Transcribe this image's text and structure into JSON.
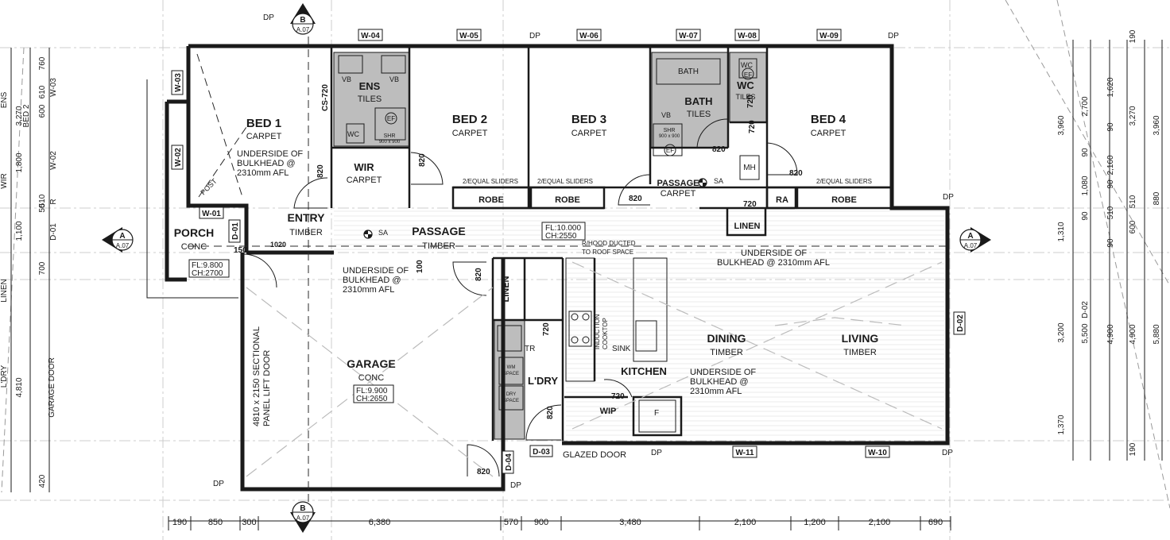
{
  "rooms": {
    "bed1": {
      "name": "BED 1",
      "finish": "CARPET"
    },
    "bed2": {
      "name": "BED 2",
      "finish": "CARPET"
    },
    "bed3": {
      "name": "BED 3",
      "finish": "CARPET"
    },
    "bed4": {
      "name": "BED 4",
      "finish": "CARPET"
    },
    "ens": {
      "name": "ENS",
      "finish": "TILES"
    },
    "bath": {
      "name": "BATH",
      "finish": "TILES"
    },
    "wc": {
      "name": "WC",
      "finish": "TILES"
    },
    "wir": {
      "name": "WIR",
      "finish": "CARPET"
    },
    "entry": {
      "name": "ENTRY",
      "finish": "TIMBER"
    },
    "porch": {
      "name": "PORCH",
      "finish": "CONC"
    },
    "passage": {
      "name": "PASSAGE",
      "finish": "TIMBER"
    },
    "passage2": {
      "name": "PASSAGE",
      "finish": "CARPET"
    },
    "garage": {
      "name": "GARAGE",
      "finish": "CONC"
    },
    "dining": {
      "name": "DINING",
      "finish": "TIMBER"
    },
    "living": {
      "name": "LIVING",
      "finish": "TIMBER"
    },
    "kitchen": {
      "name": "KITCHEN"
    },
    "laundry": {
      "name": "L'DRY"
    },
    "wip": {
      "name": "WIP"
    },
    "linen1": {
      "name": "LINEN"
    },
    "linen2": {
      "name": "LINEN"
    }
  },
  "notes": {
    "bulkhead1": [
      "UNDERSIDE OF",
      "BULKHEAD @",
      "2310mm AFL"
    ],
    "bulkhead2": [
      "UNDERSIDE OF",
      "BULKHEAD @",
      "2310mm AFL"
    ],
    "bulkhead3": [
      "UNDERSIDE OF",
      "BULKHEAD @ 2310mm AFL"
    ],
    "bulkhead4": [
      "UNDERSIDE OF",
      "BULKHEAD @",
      "2310mm AFL"
    ],
    "rhood": [
      "R/HOOD DUCTED",
      "TO ROOF SPACE"
    ],
    "garage_door_label": [
      "4810 x 2150 SECTIONAL",
      "PANEL LIFT DOOR"
    ],
    "glazed_door": "GLAZED DOOR",
    "sliders": "2/EQUAL SLIDERS",
    "robe": "ROBE",
    "post": "POST",
    "sa": "SA",
    "cooktop": [
      "INDUCTION",
      "COOKTOP"
    ],
    "sink": "SINK",
    "tr": "TR",
    "wm_space": [
      "WM",
      "SPACE"
    ],
    "dry_space": [
      "DRY",
      "SPACE"
    ],
    "fridge": "F",
    "mh": "MH",
    "ra": "RA",
    "vb": "VB",
    "shr": [
      "SHR",
      "900 x 900"
    ],
    "ef": "EF",
    "cs": "CS-720",
    "bath_fixture": "BATH"
  },
  "levels": {
    "fl1": [
      "FL:10.000",
      "CH:2550"
    ],
    "fl2": [
      "FL:9.800",
      "CH:2700"
    ],
    "fl3": [
      "FL:9.900",
      "CH:2650"
    ]
  },
  "window_tags": [
    "W-04",
    "W-05",
    "W-06",
    "W-07",
    "W-08",
    "W-09",
    "W-03",
    "W-02",
    "W-01",
    "W-11",
    "W-10"
  ],
  "door_tags": [
    "D-01",
    "D-02",
    "D-03",
    "D-04"
  ],
  "door_sizes": [
    "820",
    "820",
    "820",
    "820",
    "820",
    "820",
    "820",
    "820",
    "720",
    "720",
    "720",
    "720",
    "720",
    "1020",
    "150",
    "100"
  ],
  "dp": "DP",
  "section_markers": {
    "a_left": {
      "letter": "A",
      "sheet": "A.07"
    },
    "a_right": {
      "letter": "A",
      "sheet": "A.07"
    },
    "b_top": {
      "letter": "B",
      "sheet": "A.07"
    },
    "b_bottom": {
      "letter": "B",
      "sheet": "A.07"
    }
  },
  "dims_bottom": [
    "190",
    "850",
    "300",
    "6,380",
    "570",
    "900",
    "3,480",
    "2,100",
    "1,200",
    "2,100",
    "690"
  ],
  "dims_left_outer": [
    "ENS",
    "WIR",
    "LINEN",
    "L'DRY"
  ],
  "dims_left_a": [
    "3,270",
    "1,800",
    "1,100",
    "4,810",
    "GARAGE DOOR"
  ],
  "dims_left_b": [
    "760",
    "610",
    "600",
    "510",
    "50",
    "700",
    "420"
  ],
  "dims_left_c": [
    "W-03",
    "BED 2",
    "W-02",
    "R",
    "D-01"
  ],
  "dims_right_a": [
    "3,960",
    "1,310",
    "3,200",
    "1,370"
  ],
  "dims_right_b": [
    "2,700",
    "90",
    "1,080",
    "90",
    "D-02",
    "5,500"
  ],
  "dims_right_c": [
    "1,620",
    "90",
    "2,160",
    "90",
    "510",
    "90",
    "4,900"
  ],
  "dims_right_d": [
    "190",
    "3,270",
    "510",
    "600",
    "4,900",
    "190"
  ],
  "dims_right_e": [
    "3,960",
    "880",
    "5,880"
  ]
}
